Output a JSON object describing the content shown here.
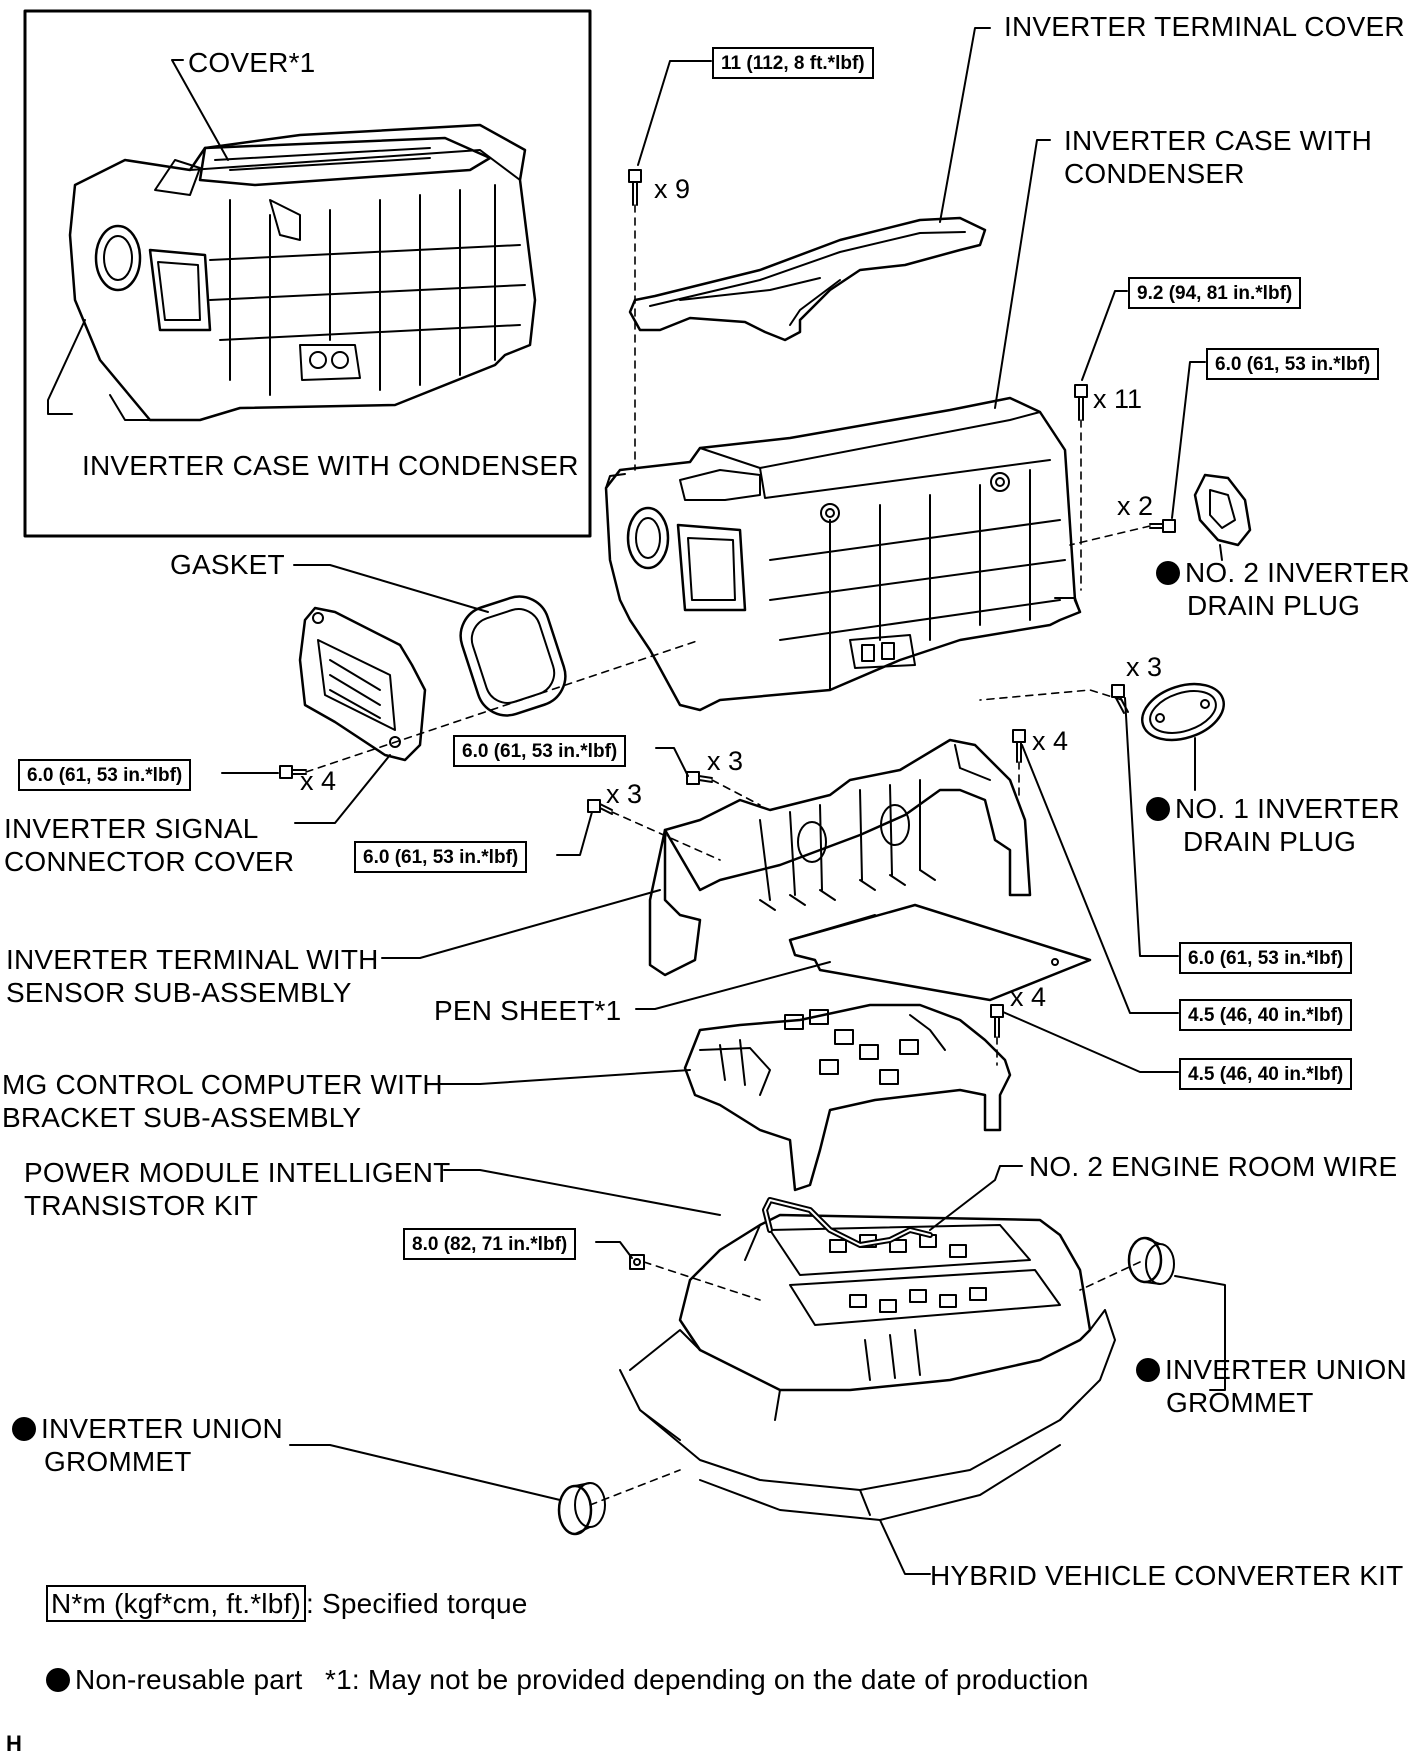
{
  "labels": {
    "cover1": "COVER*1",
    "case_inset": "INVERTER CASE WITH CONDENSER",
    "terminal_cover": "INVERTER TERMINAL COVER",
    "case_line1": "INVERTER CASE WITH",
    "case_line2": "CONDENSER",
    "gasket": "GASKET",
    "drain2_line1": "NO. 2 INVERTER",
    "drain2_line2": "DRAIN PLUG",
    "drain1_line1": "NO. 1 INVERTER",
    "drain1_line2": "DRAIN PLUG",
    "signal_line1": "INVERTER SIGNAL",
    "signal_line2": "CONNECTOR COVER",
    "terminal_line1": "INVERTER TERMINAL WITH",
    "terminal_line2": "SENSOR SUB-ASSEMBLY",
    "pen_sheet": "PEN SHEET*1",
    "mg_line1": "MG CONTROL COMPUTER WITH",
    "mg_line2": "BRACKET SUB-ASSEMBLY",
    "wire": "NO. 2 ENGINE ROOM WIRE",
    "pm_line1": "POWER MODULE INTELLIGENT",
    "pm_line2": "TRANSISTOR KIT",
    "grommet_r_line1": "INVERTER UNION",
    "grommet_r_line2": "GROMMET",
    "grommet_l_line1": "INVERTER UNION",
    "grommet_l_line2": "GROMMET",
    "converter": "HYBRID VEHICLE CONVERTER KIT"
  },
  "torques": {
    "t_terminal_cover": "11 (112, 8 ft.*lbf)",
    "t_case": "9.2 (94, 81 in.*lbf)",
    "t_drain2": "6.0 (61, 53 in.*lbf)",
    "t_signal": "6.0 (61, 53 in.*lbf)",
    "t_terminal_a": "6.0 (61, 53 in.*lbf)",
    "t_terminal_b": "6.0 (61, 53 in.*lbf)",
    "t_drain1": "6.0 (61, 53 in.*lbf)",
    "t_mg_a": "4.5 (46, 40 in.*lbf)",
    "t_mg_b": "4.5 (46, 40 in.*lbf)",
    "t_power": "8.0 (82, 71 in.*lbf)"
  },
  "quantities": {
    "q9": "x 9",
    "q11": "x 11",
    "q2": "x 2",
    "q3_drain": "x 3",
    "q4_signal": "x 4",
    "q3_a": "x 3",
    "q3_b": "x 3",
    "q4_terminal": "x 4",
    "q4_mg": "x 4"
  },
  "legend": {
    "torque_unit": "N*m (kgf*cm, ft.*lbf)",
    "torque_desc": ": Specified torque",
    "nonreusable": "Non-reusable part",
    "note": "*1: May not be provided depending on the date of production"
  },
  "corner_mark": "H"
}
